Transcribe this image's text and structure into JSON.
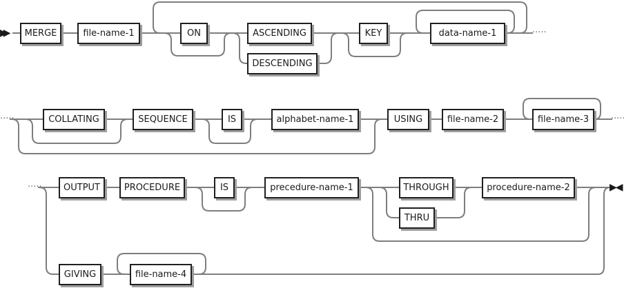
{
  "colors": {
    "background": "#ffffff",
    "line": "#7d7d7d",
    "box_border": "#1f1f1f",
    "box_fill": "#ffffff",
    "box_shadow": "#9e9e9e",
    "text": "#1a1a1a"
  },
  "terminals": {
    "start": "▶▶",
    "end": "▶◀"
  },
  "continuation": "·····",
  "nodes": {
    "merge": "MERGE",
    "file_name_1": "file-name-1",
    "on": "ON",
    "ascending": "ASCENDING",
    "descending": "DESCENDING",
    "key": "KEY",
    "data_name_1": "data-name-1",
    "collating": "COLLATING",
    "sequence": "SEQUENCE",
    "is_1": "IS",
    "alphabet_name_1": "alphabet-name-1",
    "using": "USING",
    "file_name_2": "file-name-2",
    "file_name_3": "file-name-3",
    "output": "OUTPUT",
    "procedure": "PROCEDURE",
    "is_2": "IS",
    "precedure_name_1": "precedure-name-1",
    "through": "THROUGH",
    "thru": "THRU",
    "procedure_name_2": "procedure-name-2",
    "giving": "GIVING",
    "file_name_4": "file-name-4"
  }
}
